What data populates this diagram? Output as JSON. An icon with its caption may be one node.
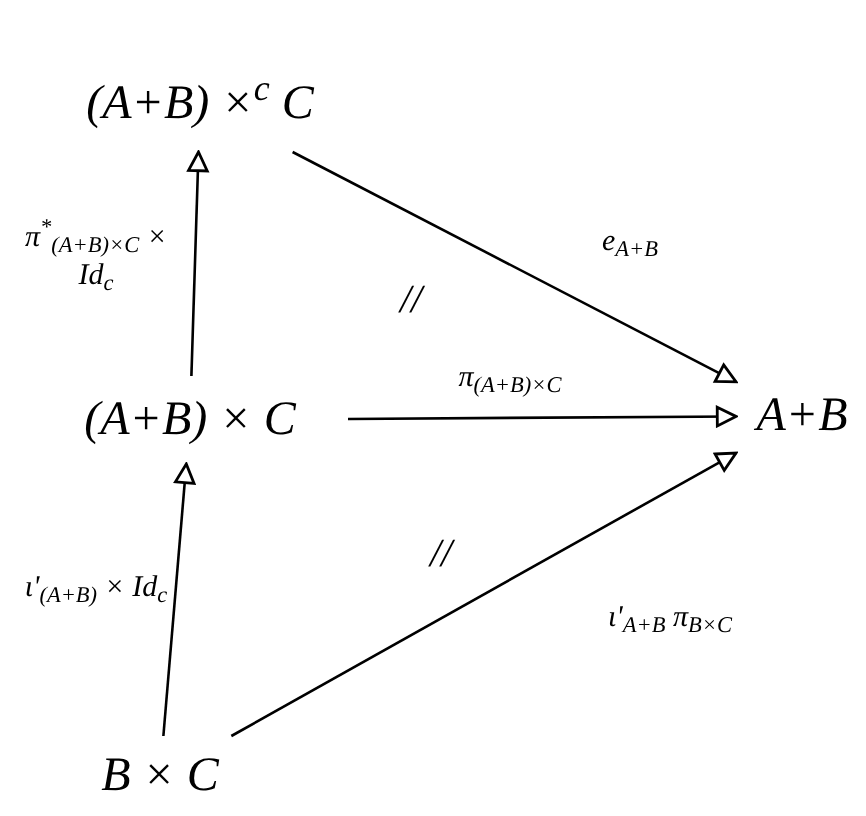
{
  "diagram": {
    "nodes": [
      {
        "text": [
          "(A+B) ×$^{c}$ C"
        ]
      },
      {
        "text": [
          "(A+B) × C"
        ]
      },
      {
        "text": [
          "A+B"
        ]
      },
      {
        "text": [
          "B × C"
        ]
      }
    ],
    "edges": [
      {
        "from": 1,
        "to": 0,
        "arrow": "to",
        "label": "π$^{*}$$_{(A+B)×C}$ × Id$_{c}$"
      },
      {
        "from": 0,
        "to": 2,
        "arrow": "to",
        "label": "e$_{A+B}$"
      },
      {
        "from": 1,
        "to": 2,
        "arrow": "to",
        "label": "π$_{(A+B)×C}$"
      },
      {
        "from": 3,
        "to": 1,
        "arrow": "to",
        "label": "ι'$_{(A+B)}$ × Id$_{c}$"
      },
      {
        "from": 3,
        "to": 2,
        "arrow": "to",
        "label": "ι'$_{A+B}$ π$_{B×C}$"
      }
    ],
    "labels": [
      "//",
      "//"
    ]
  }
}
